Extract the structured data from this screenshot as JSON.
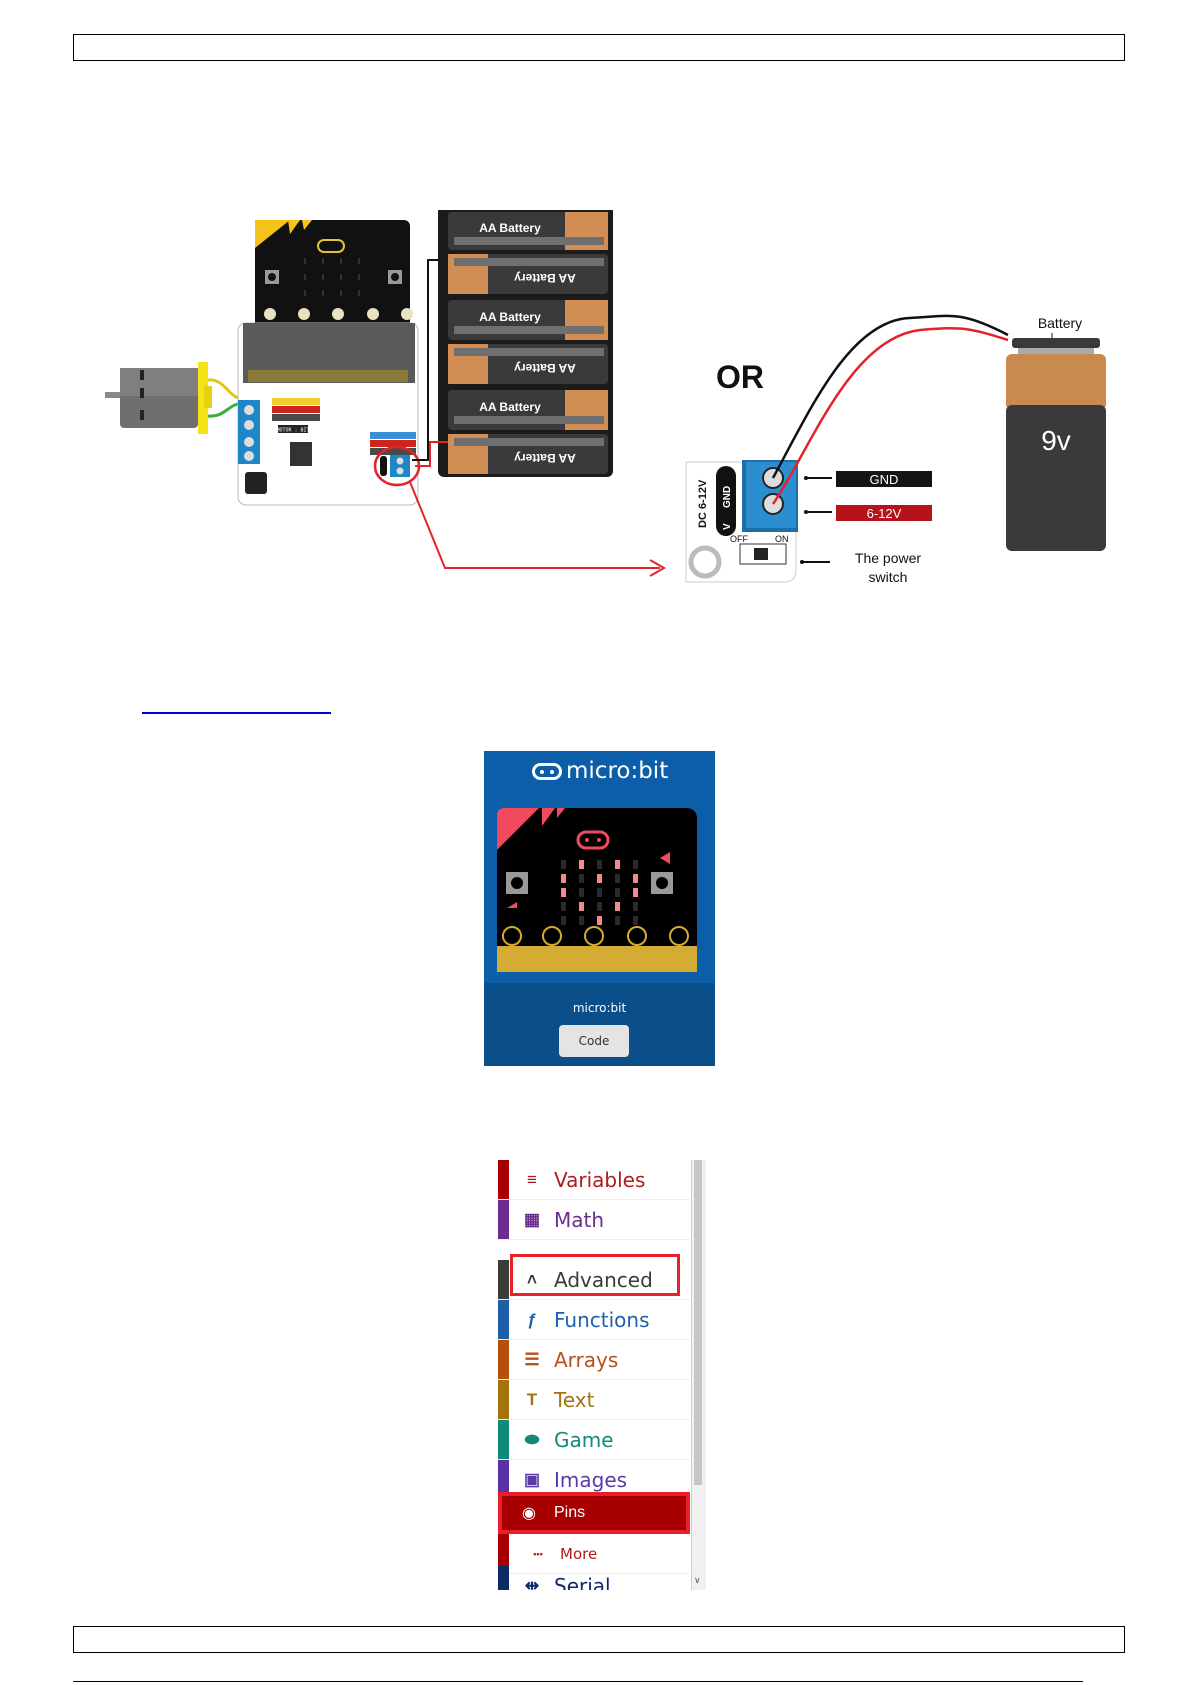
{
  "page": {
    "header_box": "",
    "footer_box": ""
  },
  "figure1": {
    "caption_or": "OR",
    "battery_holder_labels": [
      "AA Battery",
      "AA Battery",
      "AA Battery",
      "AA Battery",
      "AA Battery",
      "AA Battery"
    ],
    "board_silkscreen": "MOTOR : BIT",
    "power_module": {
      "side_label_dc": "DC 6-12V",
      "side_label_gnd": "GND",
      "side_label_v": "V",
      "switch_off": "OFF",
      "switch_on": "ON"
    },
    "gnd_label": "GND",
    "voltage_label": "6-12V",
    "switch_callout": [
      "The power",
      "switch"
    ],
    "battery_title": "Battery",
    "battery_9v": "9v",
    "colors": {
      "gnd_tag": "#151515",
      "volt_tag": "#b5121b",
      "arrow": "#e3222a",
      "terminal_blue": "#1f87c8",
      "battery_copper": "#c98a4f",
      "battery_body": "#3a3a3a"
    }
  },
  "link": {
    "text": " "
  },
  "microbit_card": {
    "logo_text": "micro:bit",
    "device_name": "micro:bit",
    "code_button": "Code",
    "colors": {
      "card_bg": "#0b5ea7",
      "card_bottom": "#0a4f8a",
      "board_accent": "#f14a5e",
      "gold": "#d4ac34",
      "led_on": "#f58a8a"
    },
    "led_grid": [
      [
        0,
        1,
        0,
        1,
        0
      ],
      [
        1,
        0,
        1,
        0,
        1
      ],
      [
        1,
        0,
        0,
        0,
        1
      ],
      [
        0,
        1,
        0,
        1,
        0
      ],
      [
        0,
        0,
        1,
        0,
        0
      ]
    ]
  },
  "toolbox": {
    "items": [
      {
        "label": "Variables",
        "icon": "list-icon",
        "color": "#b01b1b",
        "bar": "#a80000"
      },
      {
        "label": "Math",
        "icon": "calculator-icon",
        "color": "#6c2d8c",
        "bar": "#6c2d8c"
      },
      {
        "label": "Advanced",
        "icon": "chevron-up-icon",
        "color": "#3b3b3b",
        "bar": "#3c3c3c"
      },
      {
        "label": "Functions",
        "icon": "function-icon",
        "color": "#1f61aa",
        "bar": "#1d5ea8"
      },
      {
        "label": "Arrays",
        "icon": "array-list-icon",
        "color": "#b3521a",
        "bar": "#b84e0c"
      },
      {
        "label": "Text",
        "icon": "text-icon",
        "color": "#a5730d",
        "bar": "#a5730d"
      },
      {
        "label": "Game",
        "icon": "gamepad-icon",
        "color": "#138a78",
        "bar": "#0e8a78"
      },
      {
        "label": "Images",
        "icon": "image-icon",
        "color": "#5c3aa6",
        "bar": "#5b32a2"
      },
      {
        "label": "Pins",
        "icon": "pin-circle-icon",
        "color": "#ffffff",
        "bar": "#a80000"
      },
      {
        "label": "More",
        "icon": "more-dots-icon",
        "color": "#b01b1b",
        "bar": "#a80000"
      },
      {
        "label": "Serial",
        "icon": "usb-icon",
        "color": "#0c2a66",
        "bar": "#0c2a66"
      }
    ],
    "highlight_color": "#e8202a"
  }
}
